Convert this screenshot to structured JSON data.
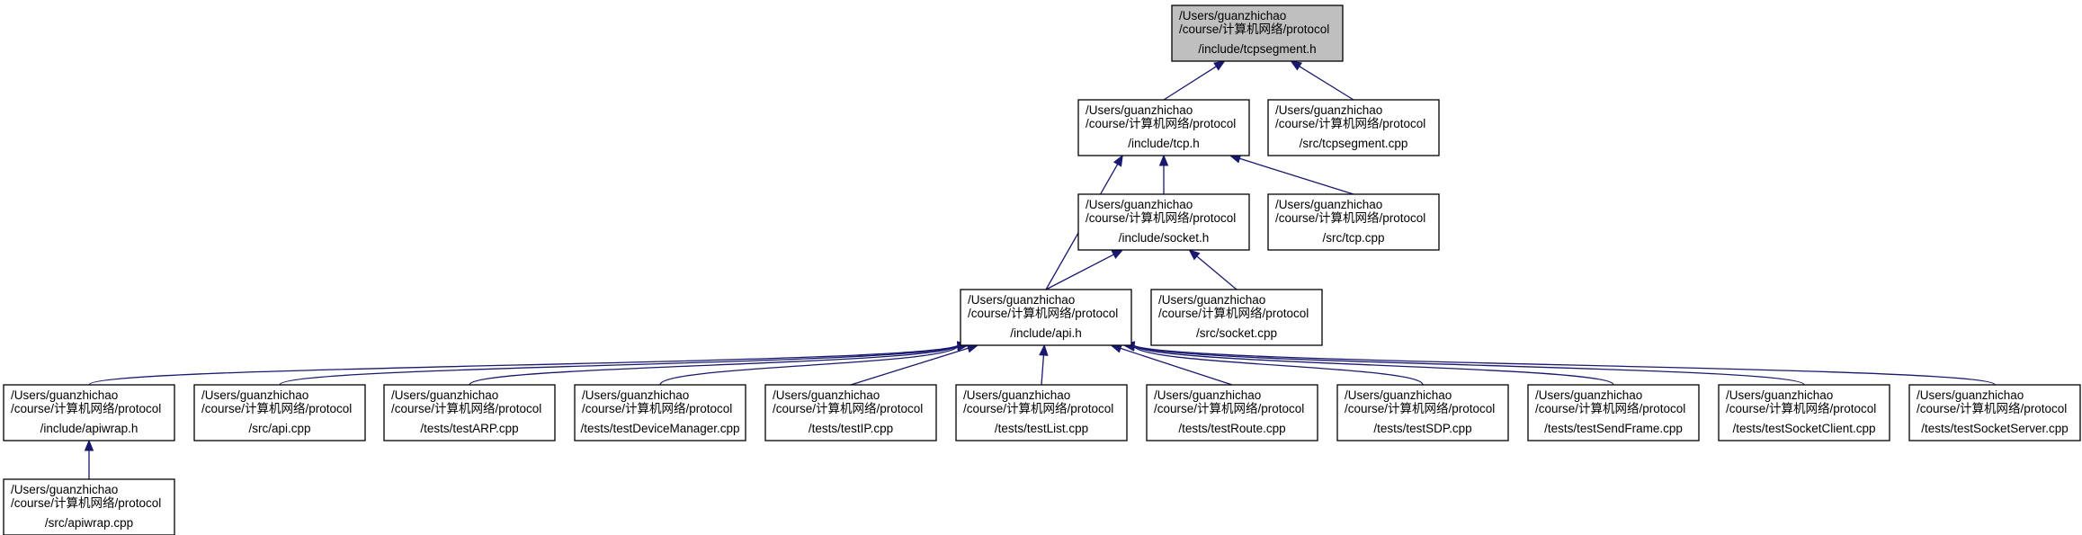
{
  "colors": {
    "highlight_fill": "#bfbfbf",
    "node_fill": "#ffffff",
    "border": "#000000",
    "edge": "#191970"
  },
  "nodes": [
    {
      "id": "tcpsegment_h",
      "highlighted": true,
      "lines": [
        "/Users/guanzhichao",
        "/course/计算机网络/protocol",
        "/include/tcpsegment.h"
      ]
    },
    {
      "id": "tcp_h",
      "lines": [
        "/Users/guanzhichao",
        "/course/计算机网络/protocol",
        "/include/tcp.h"
      ]
    },
    {
      "id": "tcpsegment_cpp",
      "lines": [
        "/Users/guanzhichao",
        "/course/计算机网络/protocol",
        "/src/tcpsegment.cpp"
      ]
    },
    {
      "id": "socket_h",
      "lines": [
        "/Users/guanzhichao",
        "/course/计算机网络/protocol",
        "/include/socket.h"
      ]
    },
    {
      "id": "tcp_cpp",
      "lines": [
        "/Users/guanzhichao",
        "/course/计算机网络/protocol",
        "/src/tcp.cpp"
      ]
    },
    {
      "id": "api_h",
      "lines": [
        "/Users/guanzhichao",
        "/course/计算机网络/protocol",
        "/include/api.h"
      ]
    },
    {
      "id": "socket_cpp",
      "lines": [
        "/Users/guanzhichao",
        "/course/计算机网络/protocol",
        "/src/socket.cpp"
      ]
    },
    {
      "id": "apiwrap_h",
      "lines": [
        "/Users/guanzhichao",
        "/course/计算机网络/protocol",
        "/include/apiwrap.h"
      ]
    },
    {
      "id": "api_cpp",
      "lines": [
        "/Users/guanzhichao",
        "/course/计算机网络/protocol",
        "/src/api.cpp"
      ]
    },
    {
      "id": "testARP",
      "lines": [
        "/Users/guanzhichao",
        "/course/计算机网络/protocol",
        "/tests/testARP.cpp"
      ]
    },
    {
      "id": "testDeviceManager",
      "lines": [
        "/Users/guanzhichao",
        "/course/计算机网络/protocol",
        "/tests/testDeviceManager.cpp"
      ]
    },
    {
      "id": "testIP",
      "lines": [
        "/Users/guanzhichao",
        "/course/计算机网络/protocol",
        "/tests/testIP.cpp"
      ]
    },
    {
      "id": "testList",
      "lines": [
        "/Users/guanzhichao",
        "/course/计算机网络/protocol",
        "/tests/testList.cpp"
      ]
    },
    {
      "id": "testRoute",
      "lines": [
        "/Users/guanzhichao",
        "/course/计算机网络/protocol",
        "/tests/testRoute.cpp"
      ]
    },
    {
      "id": "testSDP",
      "lines": [
        "/Users/guanzhichao",
        "/course/计算机网络/protocol",
        "/tests/testSDP.cpp"
      ]
    },
    {
      "id": "testSendFrame",
      "lines": [
        "/Users/guanzhichao",
        "/course/计算机网络/protocol",
        "/tests/testSendFrame.cpp"
      ]
    },
    {
      "id": "testSocketClient",
      "lines": [
        "/Users/guanzhichao",
        "/course/计算机网络/protocol",
        "/tests/testSocketClient.cpp"
      ]
    },
    {
      "id": "testSocketServer",
      "lines": [
        "/Users/guanzhichao",
        "/course/计算机网络/protocol",
        "/tests/testSocketServer.cpp"
      ]
    },
    {
      "id": "apiwrap_cpp",
      "lines": [
        "/Users/guanzhichao",
        "/course/计算机网络/protocol",
        "/src/apiwrap.cpp"
      ]
    }
  ],
  "edges": [
    {
      "from": "tcp_h",
      "to": "tcpsegment_h"
    },
    {
      "from": "tcpsegment_cpp",
      "to": "tcpsegment_h"
    },
    {
      "from": "socket_h",
      "to": "tcp_h"
    },
    {
      "from": "tcp_cpp",
      "to": "tcp_h"
    },
    {
      "from": "api_h",
      "to": "tcp_h"
    },
    {
      "from": "api_h",
      "to": "socket_h"
    },
    {
      "from": "socket_cpp",
      "to": "socket_h"
    },
    {
      "from": "apiwrap_h",
      "to": "api_h"
    },
    {
      "from": "api_cpp",
      "to": "api_h"
    },
    {
      "from": "testARP",
      "to": "api_h"
    },
    {
      "from": "testDeviceManager",
      "to": "api_h"
    },
    {
      "from": "testIP",
      "to": "api_h"
    },
    {
      "from": "testList",
      "to": "api_h"
    },
    {
      "from": "testRoute",
      "to": "api_h"
    },
    {
      "from": "testSDP",
      "to": "api_h"
    },
    {
      "from": "testSendFrame",
      "to": "api_h"
    },
    {
      "from": "testSocketClient",
      "to": "api_h"
    },
    {
      "from": "testSocketServer",
      "to": "api_h"
    },
    {
      "from": "apiwrap_cpp",
      "to": "apiwrap_h"
    }
  ]
}
